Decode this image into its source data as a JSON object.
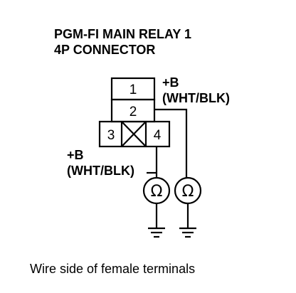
{
  "title": {
    "line1": "PGM-FI MAIN RELAY 1",
    "line2": "4P CONNECTOR"
  },
  "connector": {
    "pins": [
      "1",
      "2",
      "3",
      "4"
    ],
    "blank_cavity": "blank-cavity-x"
  },
  "labels": {
    "upper_b": "+B",
    "upper_color": "(WHT/BLK)",
    "lower_b": "+B",
    "lower_color": "(WHT/BLK)"
  },
  "ohmmeters": [
    "Ω",
    "Ω"
  ],
  "caption": "Wire side of female terminals",
  "colors": {
    "ink": "#000000",
    "background": "#ffffff"
  }
}
